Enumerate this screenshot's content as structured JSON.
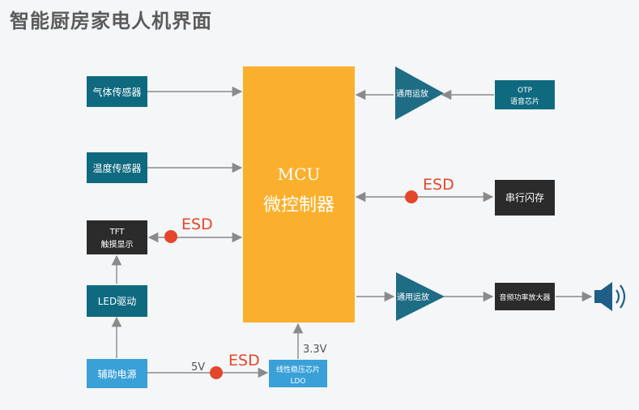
{
  "title": "智能厨房家电人机界面",
  "blocks": {
    "gas_sensor": "气体传感器",
    "temp_sensor": "温度传感器",
    "tft_line1": "TFT",
    "tft_line2": "触摸显示",
    "led_driver": "LED驱动",
    "aux_power": "辅助电源",
    "mcu_line1": "MCU",
    "mcu_line2": "微控制器",
    "ldo_line1": "线性稳压芯片",
    "ldo_line2": "LDO",
    "opamp_top": "通用运放",
    "otp_line1": "OTP",
    "otp_line2": "语音芯片",
    "serial_flash": "串行闪存",
    "opamp_bottom": "通用运放",
    "audio_amp": "音频功率放大器"
  },
  "labels": {
    "esd": "ESD",
    "v5": "5V",
    "v33": "3.3V"
  },
  "colors": {
    "teal_box": "#0f6a80",
    "power_box": "#3aa0d8",
    "dark_box": "#2b2b2b",
    "mcu": "#fbb02d",
    "arrow": "#8a8a8a",
    "esd_dot": "#e4462b",
    "esd_text": "#e4462b",
    "triangle": "#1f6c85",
    "speaker": "#1f5e86"
  },
  "icons": {
    "speaker": "speaker-icon"
  }
}
